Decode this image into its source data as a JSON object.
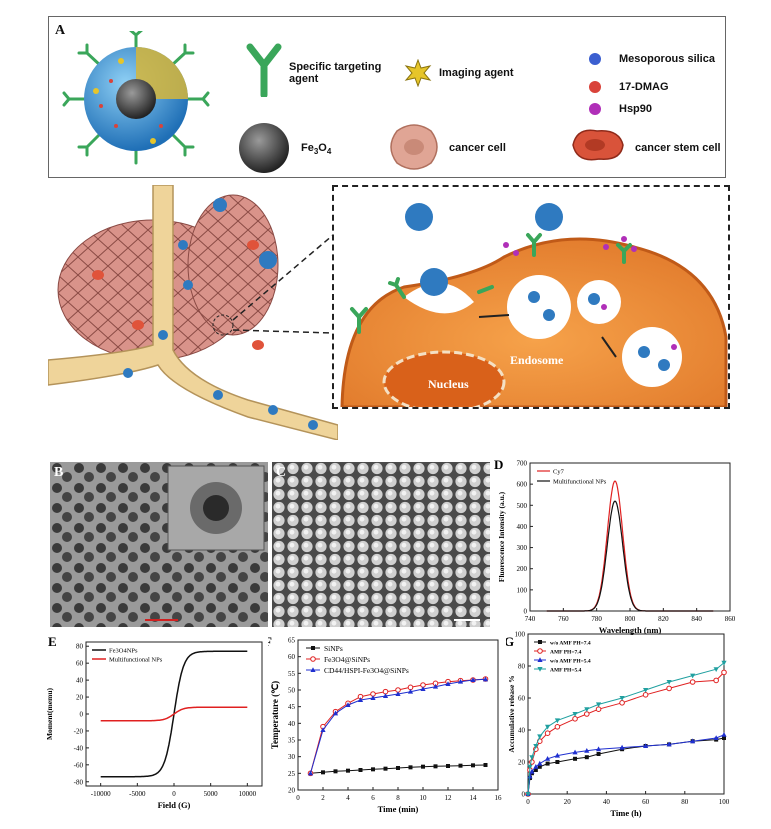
{
  "panel_a": {
    "letter": "A",
    "legend": {
      "targeting": "Specific targeting agent",
      "imaging": "Imaging agent",
      "silica": "Mesoporous silica",
      "dmag": "17-DMAG",
      "hsp": "Hsp90",
      "fe_prefix": "Fe",
      "fe_sub1": "3",
      "fe_mid": "O",
      "fe_sub2": "4",
      "cancer": "cancer cell",
      "stem": "cancer stem cell"
    },
    "zoom": {
      "nucleus": "Nucleus",
      "endosome": "Endosome"
    },
    "colors": {
      "silica": "#3b82c4",
      "dmag": "#d9433a",
      "hsp": "#b02fb8",
      "targeting": "#3aa65a",
      "membrane": "#e0782a",
      "vessel": "#efd49a"
    }
  },
  "panel_b": {
    "letter": "B"
  },
  "panel_c": {
    "letter": "C"
  },
  "chart_data": [
    {
      "panel": "D",
      "type": "line",
      "xlabel": "Wavelength (nm)",
      "ylabel": "Fluorescence Intensity (a.u.)",
      "xlim": [
        740,
        860
      ],
      "ylim": [
        0,
        700
      ],
      "xticks": [
        740,
        760,
        780,
        800,
        820,
        840,
        860
      ],
      "yticks": [
        0,
        100,
        200,
        300,
        400,
        500,
        600,
        700
      ],
      "series": [
        {
          "name": "Cy7",
          "color": "#e02020",
          "peak_x": 791,
          "peak_y": 615,
          "width": 6.5,
          "x_range": [
            750,
            850
          ]
        },
        {
          "name": "Multifunctional NPs",
          "color": "#111111",
          "peak_x": 791,
          "peak_y": 520,
          "width": 6.5,
          "x_range": [
            750,
            850
          ]
        }
      ]
    },
    {
      "panel": "E",
      "type": "line",
      "xlabel": "Field (G)",
      "ylabel": "Moment(memu)",
      "xlim": [
        -12000,
        12000
      ],
      "ylim": [
        -85,
        85
      ],
      "xticks": [
        -10000,
        -5000,
        0,
        5000,
        10000
      ],
      "yticks": [
        -80,
        -60,
        -40,
        -20,
        0,
        20,
        40,
        60,
        80
      ],
      "series": [
        {
          "name": "Fe3O4NPs",
          "color": "#111111",
          "ms": 74,
          "scale": 1300,
          "x_range": [
            -10000,
            10000
          ]
        },
        {
          "name": "Multifunctional NPs",
          "color": "#e02020",
          "ms": 8,
          "scale": 1300,
          "x_range": [
            -10000,
            10000
          ]
        }
      ]
    },
    {
      "panel": "F",
      "type": "line",
      "xlabel": "Time (min)",
      "ylabel": "Temperature (℃)",
      "xlim": [
        0,
        16
      ],
      "ylim": [
        20,
        65
      ],
      "xticks": [
        0,
        2,
        4,
        6,
        8,
        10,
        12,
        14,
        16
      ],
      "yticks": [
        20,
        25,
        30,
        35,
        40,
        45,
        50,
        55,
        60,
        65
      ],
      "x": [
        1,
        2,
        3,
        4,
        5,
        6,
        7,
        8,
        9,
        10,
        11,
        12,
        13,
        14,
        15
      ],
      "series": [
        {
          "name": "SiNPs",
          "color": "#111111",
          "marker": "square",
          "values": [
            25,
            25.3,
            25.6,
            25.8,
            26.0,
            26.2,
            26.4,
            26.6,
            26.8,
            27.0,
            27.1,
            27.2,
            27.3,
            27.4,
            27.5
          ]
        },
        {
          "name": "Fe3O4@SiNPs",
          "color": "#e02020",
          "marker": "circle",
          "values": [
            25,
            39,
            43.5,
            46,
            48,
            48.8,
            49.5,
            50,
            50.8,
            51.5,
            52,
            52.5,
            52.8,
            53,
            53.3
          ]
        },
        {
          "name": "CD44/HSPI-Fe3O4@SiNPs",
          "color": "#2030d0",
          "marker": "triangle",
          "values": [
            25,
            38,
            43,
            45.5,
            47,
            47.6,
            48.2,
            48.8,
            49.5,
            50.3,
            51,
            51.8,
            52.5,
            53,
            53.2
          ]
        }
      ]
    },
    {
      "panel": "G",
      "type": "line",
      "xlabel": "Time (h)",
      "ylabel": "Accumulative release %",
      "xlim": [
        0,
        100
      ],
      "ylim": [
        0,
        100
      ],
      "xticks": [
        0,
        20,
        40,
        60,
        80,
        100
      ],
      "yticks": [
        0,
        20,
        40,
        60,
        80,
        100
      ],
      "x": [
        0,
        1,
        2,
        4,
        6,
        10,
        15,
        24,
        30,
        36,
        48,
        60,
        72,
        84,
        96,
        100
      ],
      "series": [
        {
          "name": "w/o AMF PH=7.4",
          "color": "#111111",
          "marker": "square",
          "values": [
            0,
            10,
            13,
            15,
            17,
            19,
            20,
            22,
            23,
            25,
            28,
            30,
            31,
            33,
            34,
            35
          ]
        },
        {
          "name": "AMF PH=7.4",
          "color": "#e02020",
          "marker": "circle",
          "values": [
            0,
            15,
            20,
            28,
            33,
            38,
            42,
            47,
            50,
            53,
            57,
            62,
            66,
            70,
            71,
            76
          ]
        },
        {
          "name": "w/o AMF PH=5.4",
          "color": "#2030d0",
          "marker": "triangle",
          "values": [
            0,
            11,
            14,
            17,
            19,
            22,
            24,
            26,
            27,
            28,
            29,
            30,
            31,
            33,
            35,
            37
          ]
        },
        {
          "name": "AMF PH=5.4",
          "color": "#20a0a0",
          "marker": "triangle-down",
          "values": [
            0,
            17,
            23,
            30,
            36,
            42,
            46,
            50,
            53,
            56,
            60,
            65,
            70,
            74,
            78,
            82
          ]
        }
      ]
    }
  ]
}
